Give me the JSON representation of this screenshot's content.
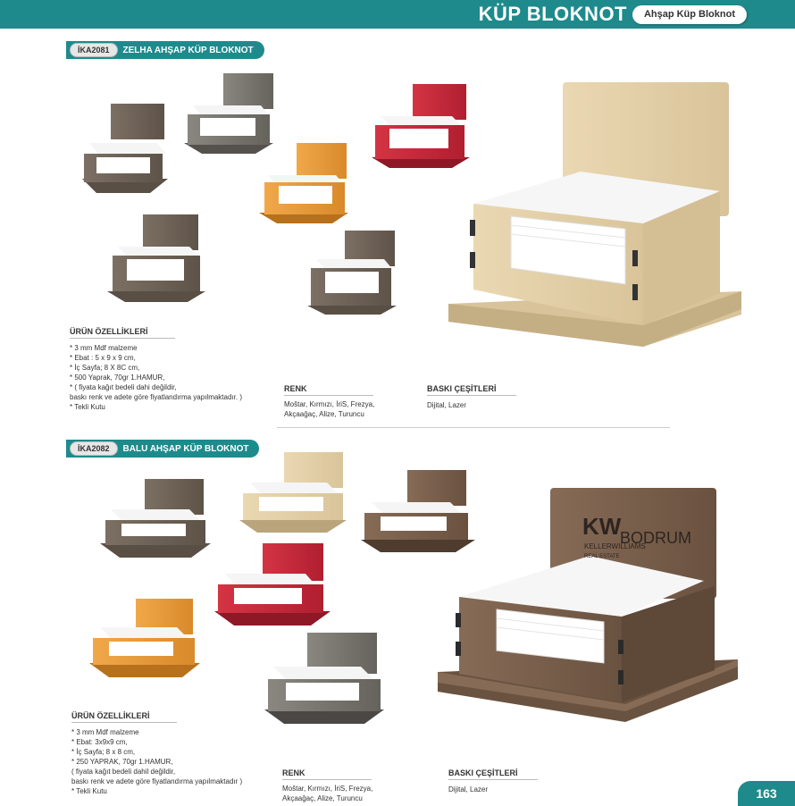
{
  "header": {
    "title": "KÜP BLOKNOT",
    "category": "Ahşap Küp Bloknot"
  },
  "product1": {
    "code": "İKA2081",
    "name": "ZELHA AHŞAP KÜP BLOKNOT",
    "specs_title": "ÜRÜN ÖZELLİKLERİ",
    "specs": [
      "* 3 mm Mdf malzeme",
      "* Ebat : 5 x 9 x 9 cm,",
      "* İç Sayfa; 8 X 8C cm,",
      "* 500 Yaprak, 70gr 1.HAMUR,",
      "* ( fiyata kağıt bedeli dahi değildir,",
      "baskı renk ve adete göre fiyatlandırma yapılmaktadır. )",
      "* Tekli Kutu"
    ],
    "renk_title": "RENK",
    "renk_text": "Moštar, Kırmızı, İriS, Frezya,\nAkçaağaç, Alize, Turuncu",
    "baski_title": "BASKI ÇEŞİTLERİ",
    "baski_text": "Dijital, Lazer"
  },
  "product2": {
    "code": "İKA2082",
    "name": "BALU AHŞAP KÜP BLOKNOT",
    "specs_title": "ÜRÜN ÖZELLİKLERİ",
    "specs": [
      "* 3 mm Mdf malzeme",
      "* Ebat: 3x9x9 cm,",
      "* İç Sayfa; 8 x 8 cm,",
      "* 250 YAPRAK, 70gr 1.HAMUR,",
      "( fiyata kağıt  bedeli dahil değildir,",
      "baskı renk ve adete göre fiyatlandırma yapılmaktadır )",
      "* Tekli Kutu"
    ],
    "renk_title": "RENK",
    "renk_text": "Moštar, Kırmızı, İriS, Frezya,\nAkçaağaç, Alize, Turuncu",
    "baski_title": "BASKI ÇEŞİTLERİ",
    "baski_text": "Dijital, Lazer",
    "logo_brand": "KW",
    "logo_city": "BODRUM",
    "logo_sub1": "KELLERWILLIAMS",
    "logo_sub2": "REAL ESTATE"
  },
  "page_number": "163",
  "colors": {
    "teal": "#1f8a8c",
    "mostar": "#6e6256",
    "iris": "#7a7670",
    "red": "#c8283a",
    "orange": "#e79a3a",
    "maple": "#e2cfa6"
  }
}
